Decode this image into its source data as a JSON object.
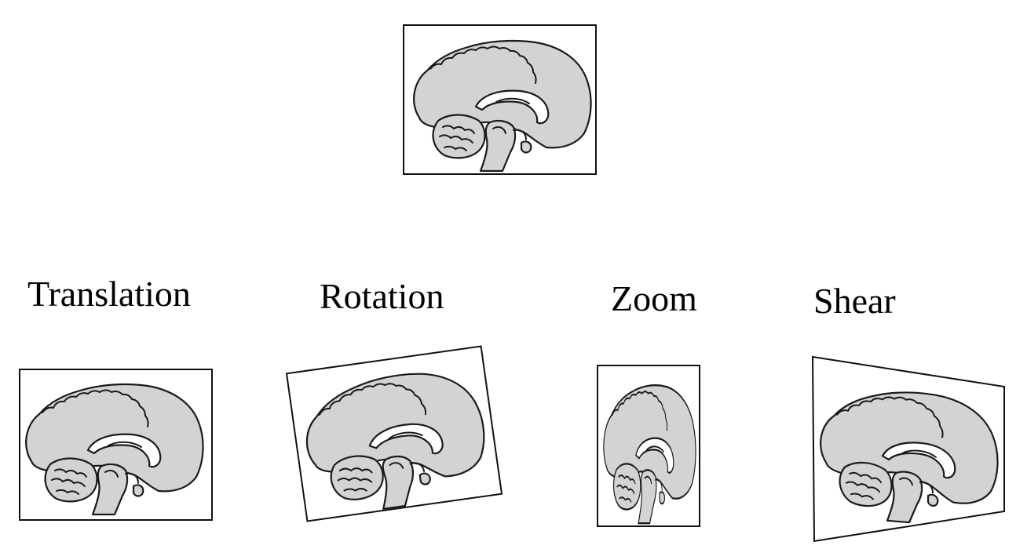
{
  "labels": {
    "translation": "Translation",
    "rotation": "Rotation",
    "zoom": "Zoom",
    "shear": "Shear"
  },
  "colors": {
    "brain_fill": "#d3d3d3",
    "outline": "#1a1a1a",
    "background": "#ffffff"
  }
}
